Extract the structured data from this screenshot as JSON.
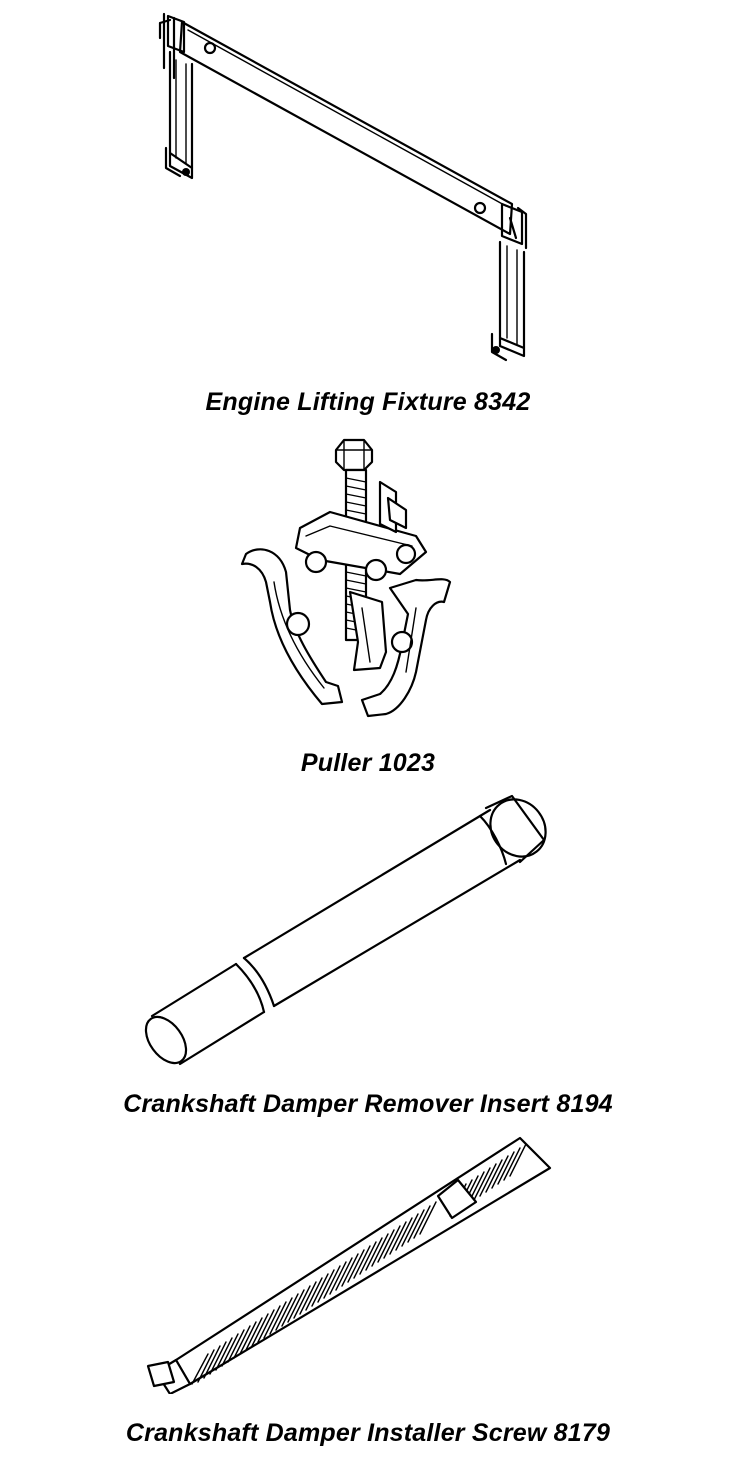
{
  "figures": [
    {
      "caption": "Engine Lifting Fixture 8342",
      "icon": "engine-lifting-fixture-drawing"
    },
    {
      "caption": "Puller 1023",
      "icon": "three-jaw-puller-drawing"
    },
    {
      "caption": "Crankshaft Damper Remover Insert 8194",
      "icon": "remover-insert-drawing"
    },
    {
      "caption": "Crankshaft Damper Installer Screw 8179",
      "icon": "installer-screw-drawing"
    }
  ]
}
